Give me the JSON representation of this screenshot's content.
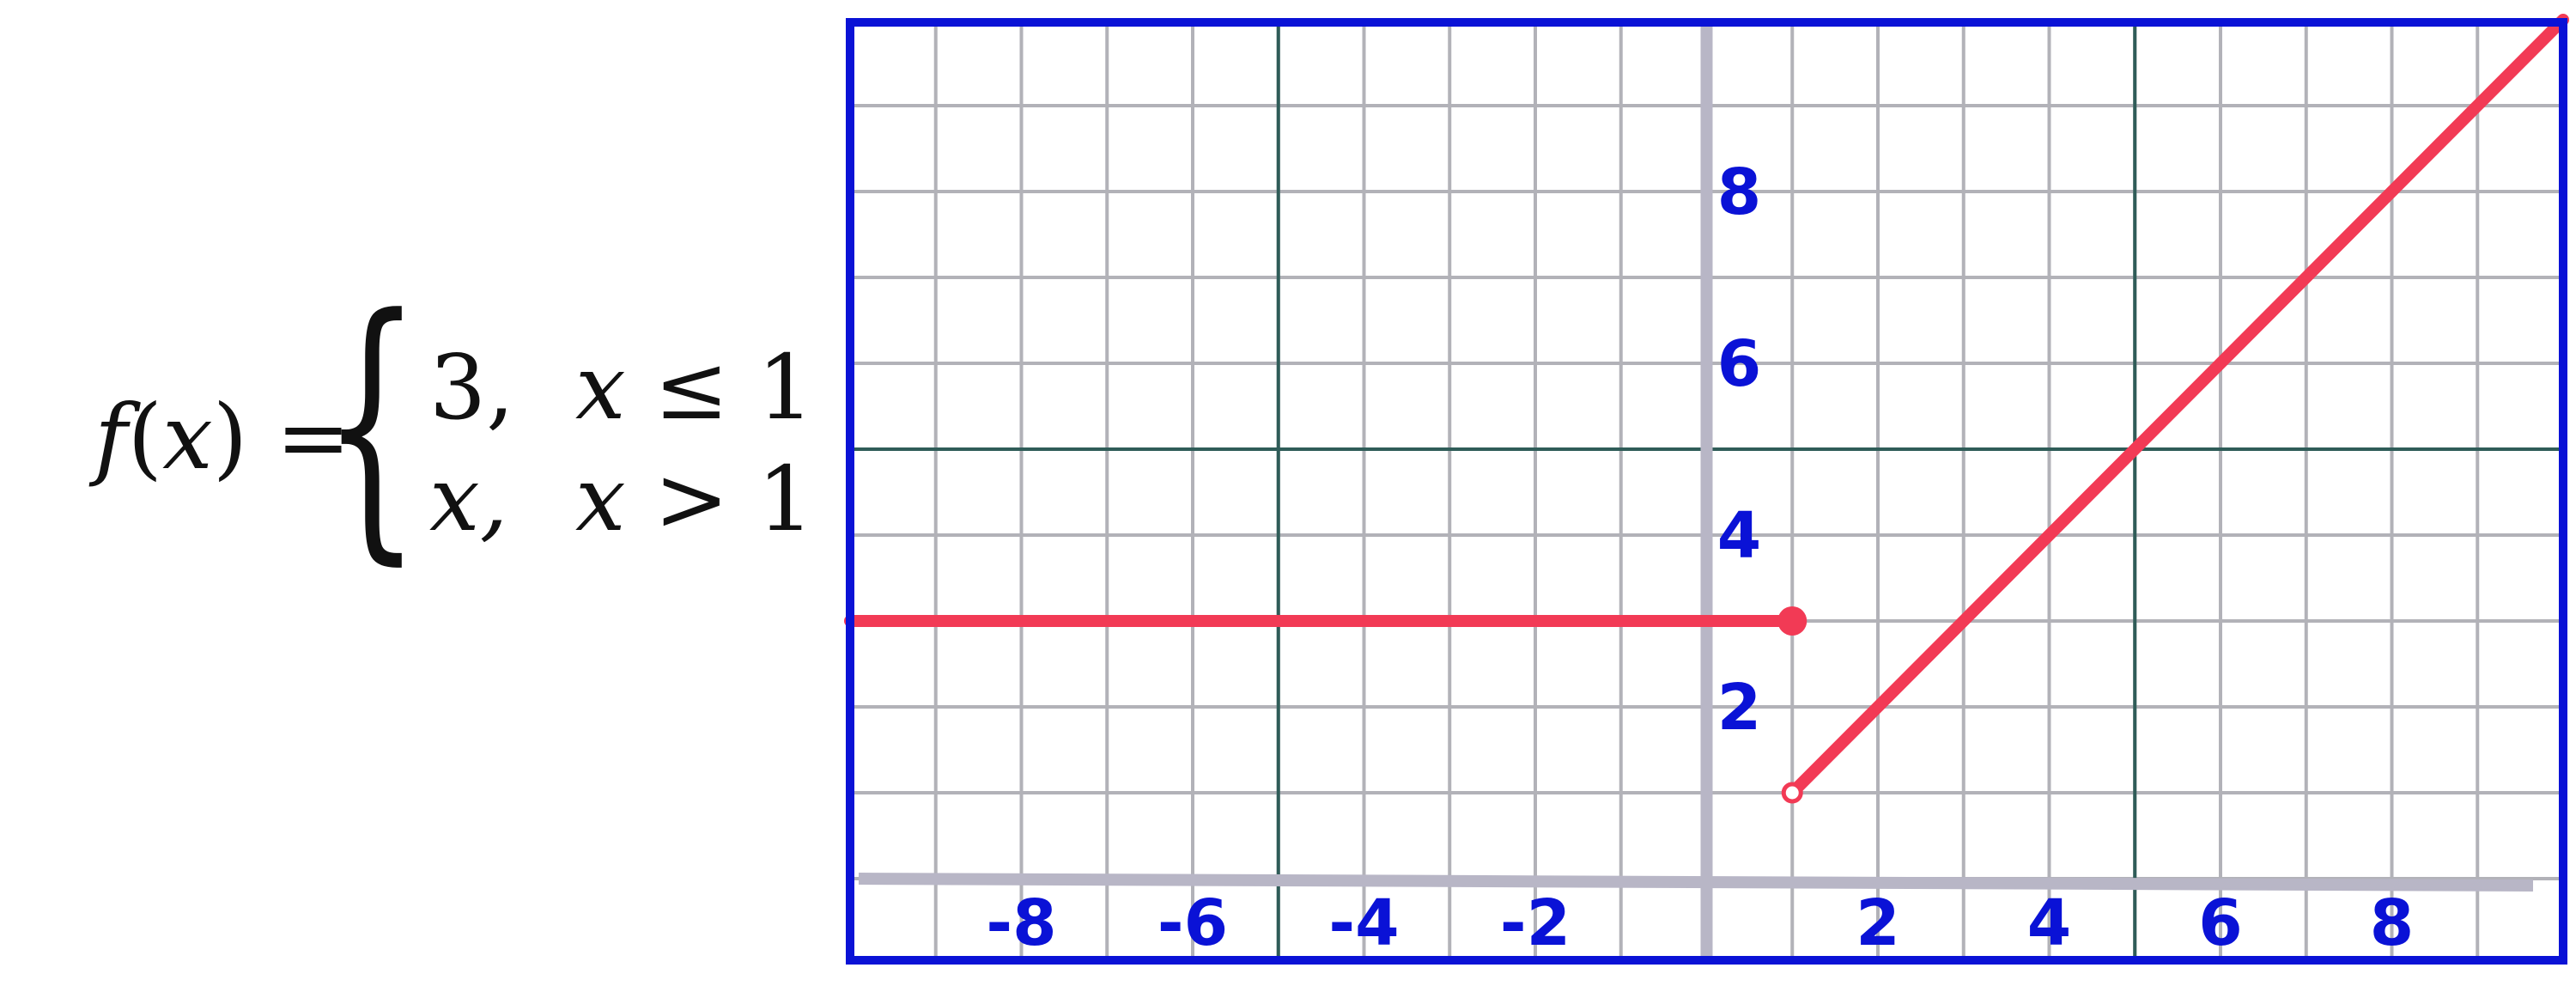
{
  "formula": {
    "lhs_f": "f",
    "lhs_open": "(",
    "lhs_x": "x",
    "lhs_close": ")",
    "lhs_eq": " =",
    "brace": "{",
    "cases": [
      {
        "value": "3,",
        "cond_var": "x",
        "cond_op": " ≤ ",
        "cond_num": "1"
      },
      {
        "value": "x,",
        "cond_var": "x",
        "cond_op": " > ",
        "cond_num": "1"
      }
    ]
  },
  "chart_data": {
    "type": "line",
    "xlim": [
      -10,
      10
    ],
    "ylim": [
      -1,
      10
    ],
    "grid": true,
    "x_ticks": [
      {
        "value": -8,
        "label": "-8"
      },
      {
        "value": -6,
        "label": "-6"
      },
      {
        "value": -4,
        "label": "-4"
      },
      {
        "value": -2,
        "label": "-2"
      },
      {
        "value": 2,
        "label": "2"
      },
      {
        "value": 4,
        "label": "4"
      },
      {
        "value": 6,
        "label": "6"
      },
      {
        "value": 8,
        "label": "8"
      }
    ],
    "y_ticks": [
      {
        "value": 2,
        "label": "2"
      },
      {
        "value": 4,
        "label": "4"
      },
      {
        "value": 6,
        "label": "6"
      },
      {
        "value": 8,
        "label": "8"
      }
    ],
    "series": [
      {
        "points": [
          [
            -10,
            3
          ],
          [
            1,
            3
          ]
        ],
        "endpoint": {
          "x": 1,
          "y": 3,
          "closed": true
        }
      },
      {
        "points": [
          [
            1,
            1
          ],
          [
            10,
            10
          ]
        ],
        "endpoint": {
          "x": 1,
          "y": 1,
          "closed": false
        }
      }
    ],
    "colors": {
      "frame": "#0a12d6",
      "grid_minor": "#b2b2b8",
      "grid_major": "#2f5c58",
      "axis": "#b8b6c6",
      "curve": "#f23a55",
      "labels": "#0a12d6"
    }
  }
}
